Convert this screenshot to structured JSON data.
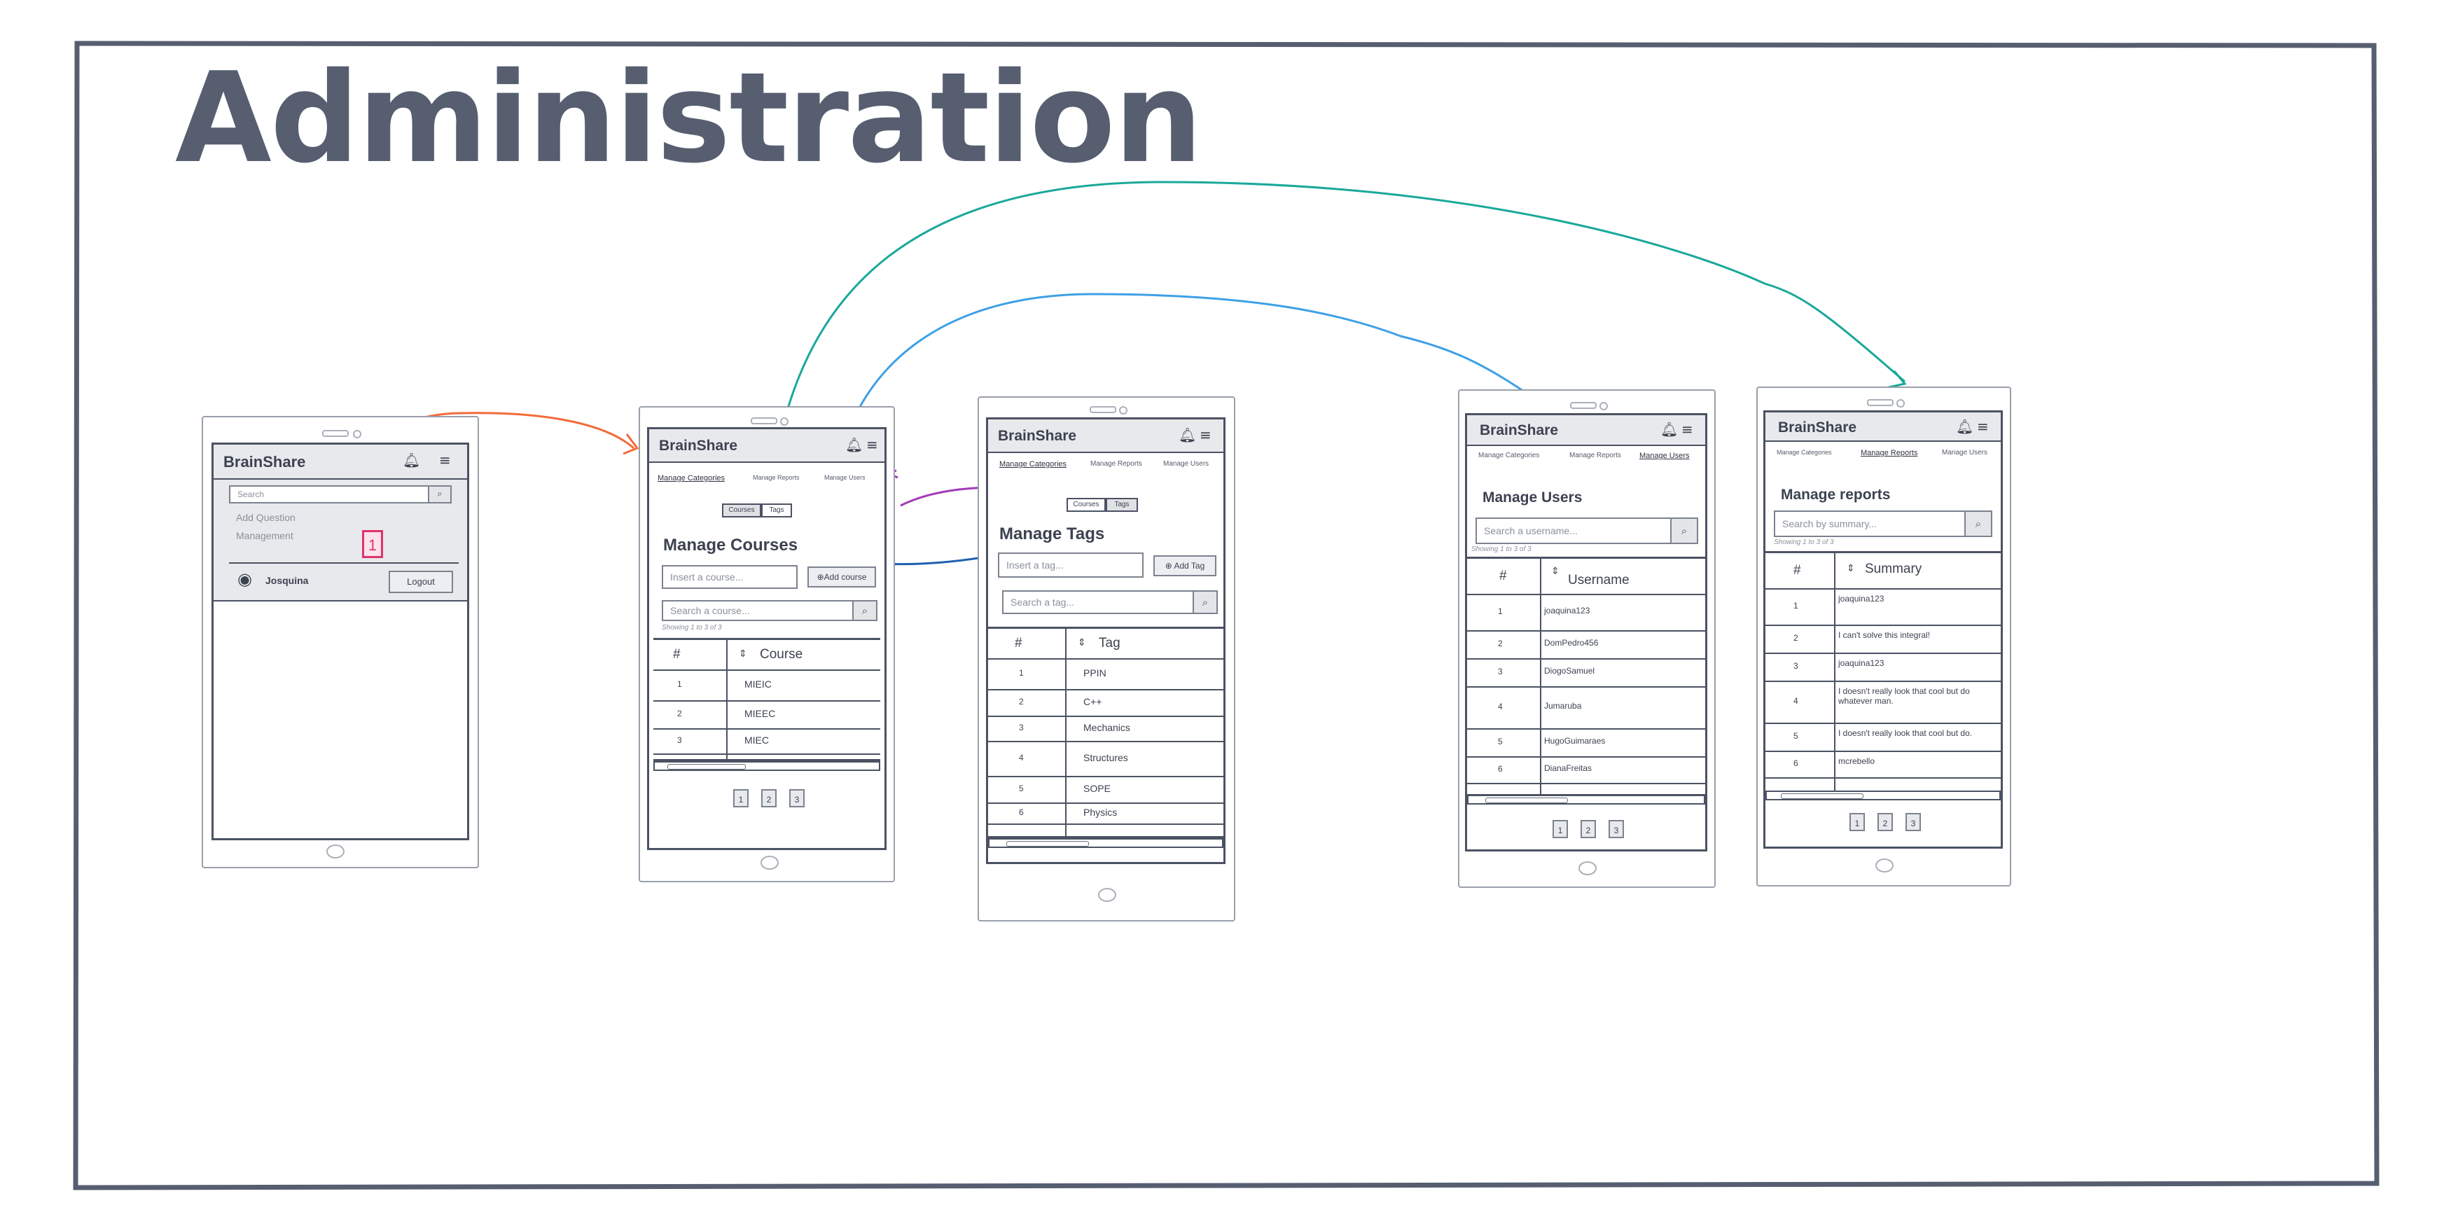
{
  "title": "Administration",
  "brand": "BrainShare",
  "tabs": {
    "categories": "Manage Categories",
    "reports": "Manage Reports",
    "users": "Manage Users"
  },
  "screen1": {
    "search_placeholder": "Search",
    "menu": [
      "Add Question",
      "Management"
    ],
    "user": "Josquina",
    "logout": "Logout",
    "annotation": "1"
  },
  "screen2": {
    "seg": [
      "Courses",
      "Tags"
    ],
    "heading": "Manage Courses",
    "insert_placeholder": "Insert a course...",
    "add_button": "Add course",
    "search_placeholder": "Search a course...",
    "showing": "Showing 1 to 3 of 3",
    "columns": [
      "#",
      "Course"
    ],
    "rows": [
      [
        "1",
        "MIEIC"
      ],
      [
        "2",
        "MIEEC"
      ],
      [
        "3",
        "MIEC"
      ]
    ],
    "pages": [
      "1",
      "2",
      "3"
    ]
  },
  "screen3": {
    "seg": [
      "Courses",
      "Tags"
    ],
    "heading": "Manage Tags",
    "insert_placeholder": "Insert a tag...",
    "add_button": "Add Tag",
    "search_placeholder": "Search a tag...",
    "columns": [
      "#",
      "Tag"
    ],
    "rows": [
      [
        "1",
        "PPIN"
      ],
      [
        "2",
        "C++"
      ],
      [
        "3",
        "Mechanics"
      ],
      [
        "4",
        "Structures"
      ],
      [
        "5",
        "SOPE"
      ],
      [
        "6",
        "Physics"
      ]
    ]
  },
  "screen4": {
    "heading": "Manage Users",
    "search_placeholder": "Search a username...",
    "showing": "Showing 1 to 3 of 3",
    "columns": [
      "#",
      "Username"
    ],
    "rows": [
      [
        "1",
        "joaquina123"
      ],
      [
        "2",
        "DomPedro456"
      ],
      [
        "3",
        "DiogoSamuel"
      ],
      [
        "4",
        "Jumaruba"
      ],
      [
        "5",
        "HugoGuimaraes"
      ],
      [
        "6",
        "DianaFreitas"
      ]
    ],
    "pages": [
      "1",
      "2",
      "3"
    ]
  },
  "screen5": {
    "heading": "Manage reports",
    "search_placeholder": "Search by summary...",
    "showing": "Showing 1 to 3 of 3",
    "columns": [
      "#",
      "Summary"
    ],
    "rows": [
      [
        "1",
        "joaquina123"
      ],
      [
        "2",
        "I can't solve this integral!"
      ],
      [
        "3",
        "joaquina123"
      ],
      [
        "4",
        "I doesn't really look that cool but do whatever man."
      ],
      [
        "5",
        "I doesn't really look that cool but do."
      ],
      [
        "6",
        "mcrebello"
      ]
    ],
    "pages": [
      "1",
      "2",
      "3"
    ]
  },
  "colors": {
    "orange": "#f26b3a",
    "teal": "#1aa89a",
    "blue": "#3ea0e6",
    "purple": "#a23bb8",
    "navy": "#1f5fb0",
    "pink": "#e0336e",
    "frame": "#565e70"
  }
}
